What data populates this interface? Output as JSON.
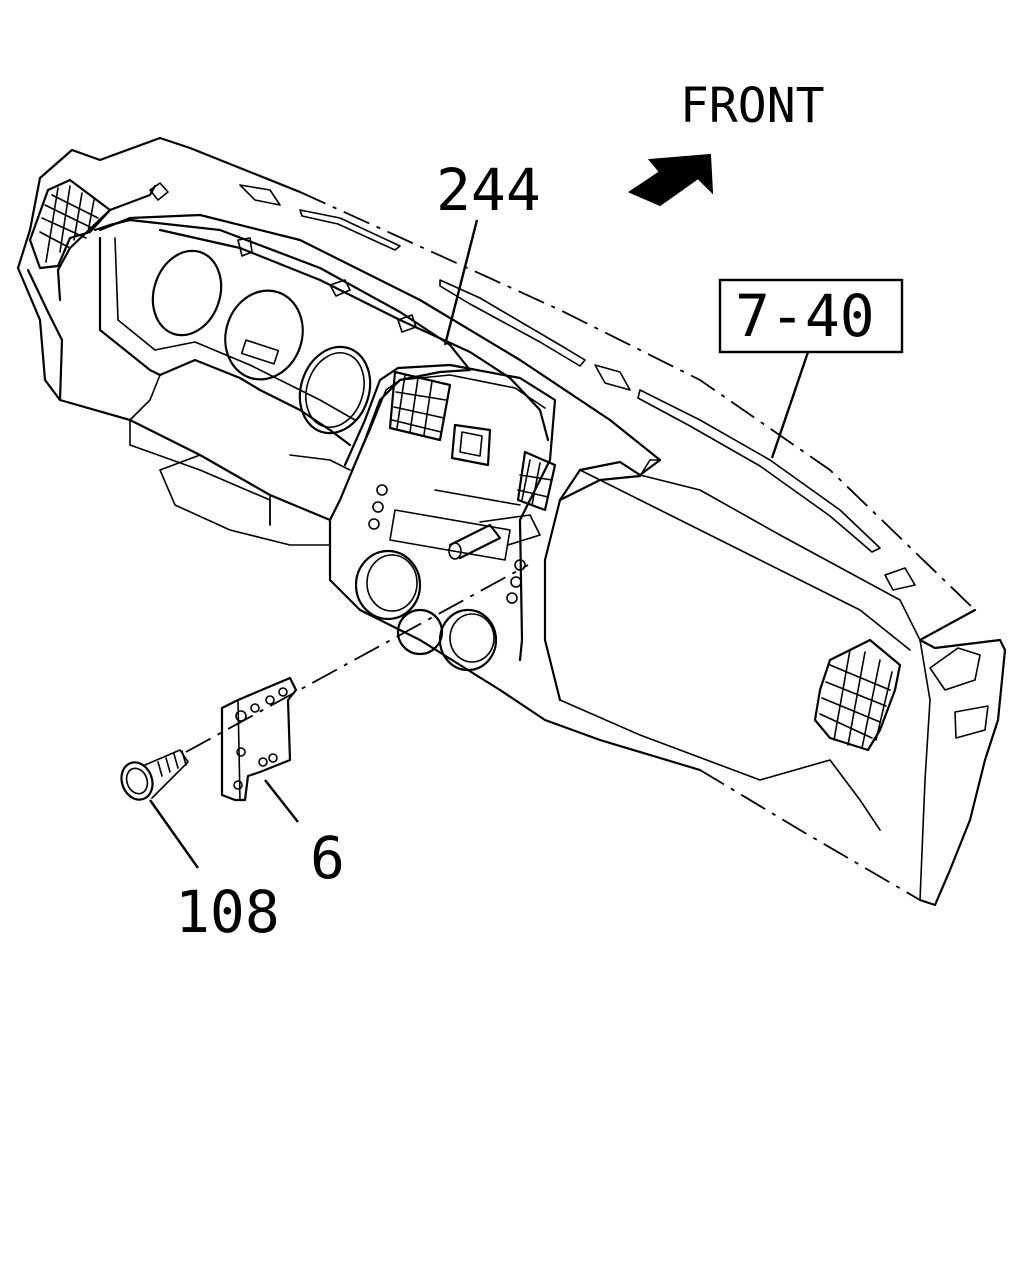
{
  "direction_label": "FRONT",
  "callouts": {
    "harness": "244",
    "reference": "7-40",
    "bracket": "6",
    "screw": "108"
  }
}
